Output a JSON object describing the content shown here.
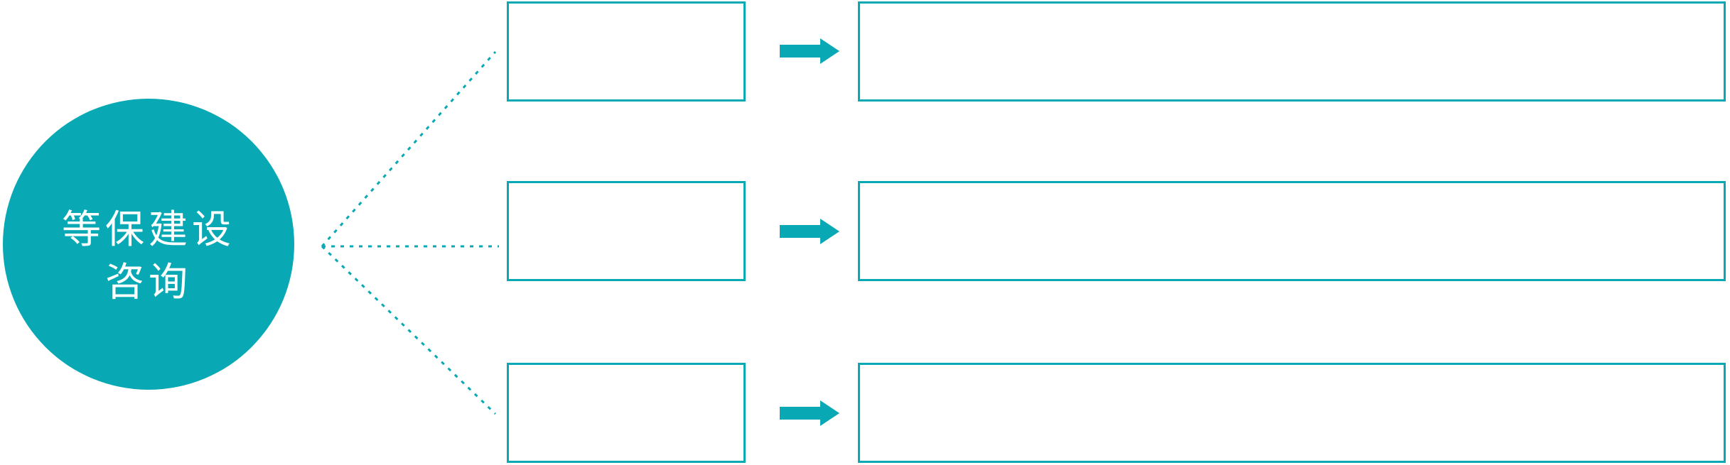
{
  "colors": {
    "teal": "#08a9b5",
    "white": "#ffffff"
  },
  "circle": {
    "line1": "等保建设",
    "line2": "咨询"
  },
  "rows": [
    {
      "label": "",
      "detail": ""
    },
    {
      "label": "",
      "detail": ""
    },
    {
      "label": "",
      "detail": ""
    }
  ],
  "icons": {
    "arrow": "arrow-right-icon",
    "connector": "dotted-connector"
  }
}
